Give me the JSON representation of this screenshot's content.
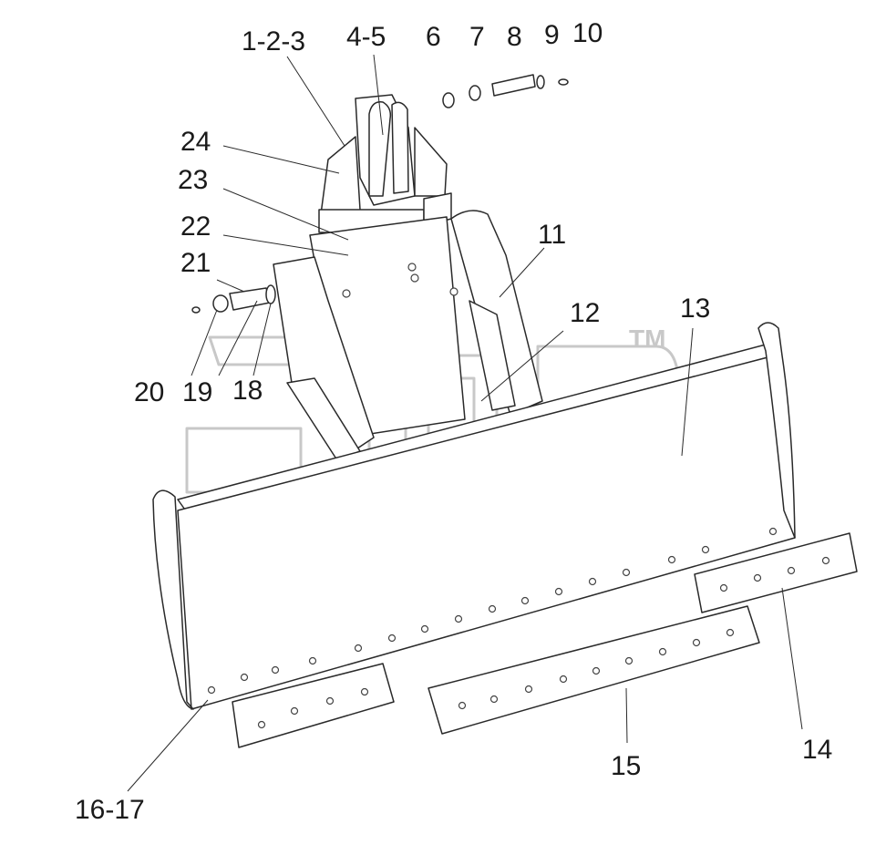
{
  "diagram": {
    "labels": [
      "1-2-3",
      "4-5",
      "6",
      "7",
      "8",
      "9",
      "10",
      "24",
      "23",
      "22",
      "21",
      "11",
      "12",
      "13",
      "20",
      "19",
      "18",
      "14",
      "15",
      "16-17"
    ],
    "watermark_tm": "TM"
  },
  "colors": {
    "line": "#2a2a2a",
    "fill": "#ffffff",
    "hole": "#444444",
    "watermark": "#c8c8c8"
  }
}
